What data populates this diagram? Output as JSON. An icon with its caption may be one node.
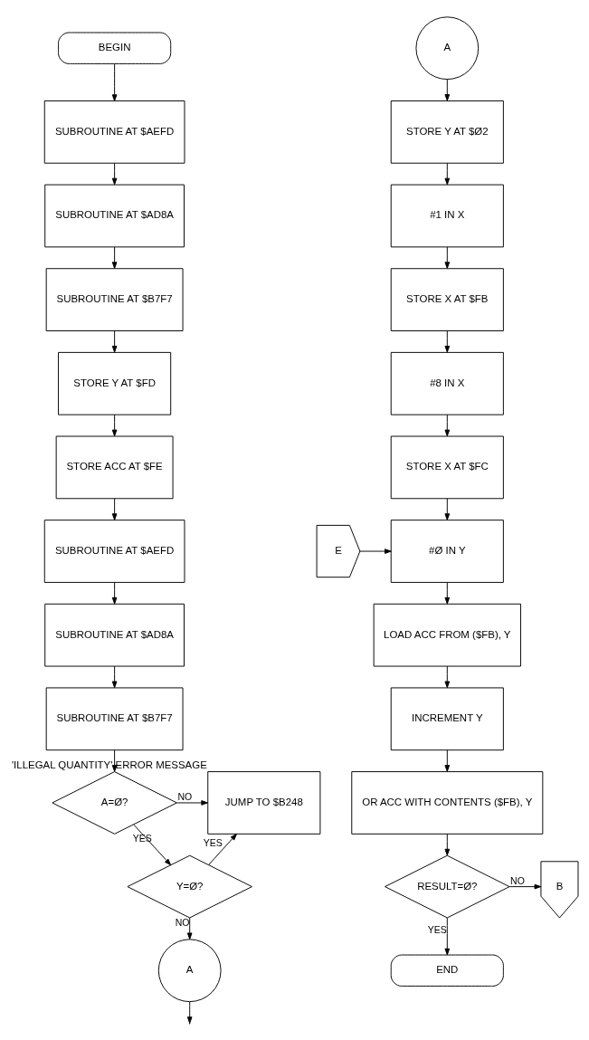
{
  "diagram": {
    "nodes": [
      {
        "text": [
          "BEGIN"
        ]
      },
      {
        "text": [
          "SUBROUTINE AT $AEFD"
        ]
      },
      {
        "text": [
          "SUBROUTINE AT $AD8A"
        ]
      },
      {
        "text": [
          "SUBROUTINE AT $B7F7"
        ]
      },
      {
        "text": [
          "STORE Y AT $FD"
        ]
      },
      {
        "text": [
          "STORE ACC AT $FE"
        ]
      },
      {
        "text": [
          "SUBROUTINE AT $AEFD"
        ]
      },
      {
        "text": [
          "SUBROUTINE AT $AD8A"
        ]
      },
      {
        "text": [
          "SUBROUTINE AT $B7F7"
        ]
      },
      {
        "text": [
          "A=Ø?"
        ]
      },
      {
        "text": [
          "JUMP TO $B248"
        ],
        "beside": [
          "'ILLEGAL QUANTITY' ERROR MESSAGE"
        ]
      },
      {
        "text": [
          "Y=Ø?"
        ]
      },
      {
        "text": [
          "A"
        ]
      },
      {
        "text": [
          "A"
        ]
      },
      {
        "text": [
          "STORE Y AT $Ø2"
        ]
      },
      {
        "text": [
          "#1 IN X"
        ]
      },
      {
        "text": [
          "STORE X AT $FB"
        ]
      },
      {
        "text": [
          "#8 IN X"
        ]
      },
      {
        "text": [
          "STORE X AT $FC"
        ]
      },
      {
        "text": [
          "E"
        ]
      },
      {
        "text": [
          "#Ø IN Y"
        ]
      },
      {
        "text": [
          "LOAD ACC FROM ($FB), Y"
        ]
      },
      {
        "text": [
          "INCREMENT Y"
        ]
      },
      {
        "text": [
          "OR ACC WITH CONTENTS ($FB), Y"
        ]
      },
      {
        "text": [
          "RESULT=Ø?"
        ]
      },
      {
        "text": [
          "B"
        ]
      },
      {
        "text": [
          "END"
        ]
      }
    ],
    "edges": [
      {
        "from": 0,
        "to": 1,
        "arrow": "to"
      },
      {
        "from": 1,
        "to": 2,
        "arrow": "to"
      },
      {
        "from": 2,
        "to": 3,
        "arrow": "to"
      },
      {
        "from": 3,
        "to": 4,
        "arrow": "to"
      },
      {
        "from": 4,
        "to": 5,
        "arrow": "to"
      },
      {
        "from": 5,
        "to": 6,
        "arrow": "to"
      },
      {
        "from": 6,
        "to": 7,
        "arrow": "to"
      },
      {
        "from": 7,
        "to": 8,
        "arrow": "to"
      },
      {
        "from": 8,
        "to": 9,
        "arrow": "to"
      },
      {
        "from": 9,
        "to": 10,
        "arrow": "to",
        "label": "NO"
      },
      {
        "from": 9,
        "to": 11,
        "arrow": "to",
        "label": "YES"
      },
      {
        "from": 11,
        "to": 10,
        "arrow": "to",
        "label": "YES"
      },
      {
        "from": 11,
        "to": 12,
        "arrow": "to",
        "label": "NO"
      },
      {
        "from": 12,
        "to": null,
        "arrow": "to"
      },
      {
        "from": 13,
        "to": 14,
        "arrow": "to"
      },
      {
        "from": 14,
        "to": 15,
        "arrow": "to"
      },
      {
        "from": 15,
        "to": 16,
        "arrow": "to"
      },
      {
        "from": 16,
        "to": 17,
        "arrow": "to"
      },
      {
        "from": 17,
        "to": 18,
        "arrow": "to"
      },
      {
        "from": 18,
        "to": 20,
        "arrow": "to"
      },
      {
        "from": 19,
        "to": 20,
        "arrow": "to"
      },
      {
        "from": 20,
        "to": 21,
        "arrow": "to"
      },
      {
        "from": 21,
        "to": 22,
        "arrow": "to"
      },
      {
        "from": 22,
        "to": 23,
        "arrow": "to"
      },
      {
        "from": 23,
        "to": 24,
        "arrow": "to"
      },
      {
        "from": 24,
        "to": 25,
        "arrow": "to",
        "label": "NO"
      },
      {
        "from": 24,
        "to": 26,
        "arrow": "to",
        "label": "YES"
      }
    ]
  }
}
